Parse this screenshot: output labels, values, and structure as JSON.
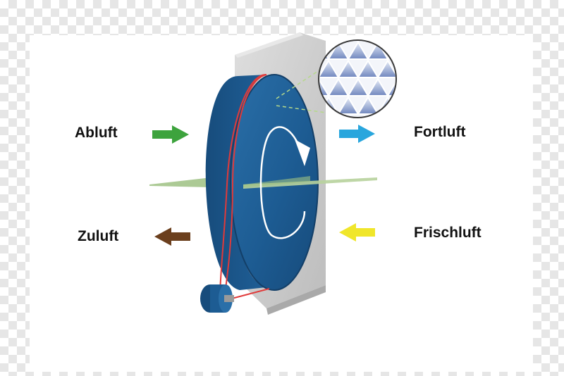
{
  "labels": {
    "exhaust_in": "Abluft",
    "exhaust_out": "Fortluft",
    "supply_out": "Zuluft",
    "fresh_in": "Frischluft"
  },
  "colors": {
    "wheel_blue": "#1d5c93",
    "wheel_rim": "#174c7c",
    "frame_gray": "#cfcfcf",
    "belt_red": "#e03a3a",
    "arrow_exhaust_in": "#3da33d",
    "arrow_exhaust_out": "#29a6dd",
    "arrow_supply_out": "#6b3f1d",
    "arrow_fresh_in": "#f0e62a",
    "divider_green": "#9ec182",
    "honeycomb_blue": "#6f86be"
  },
  "icons": {
    "rotation": "clockwise-rotation-arrow-icon",
    "honeycomb": "honeycomb-detail-icon",
    "motor": "drive-motor-icon"
  }
}
